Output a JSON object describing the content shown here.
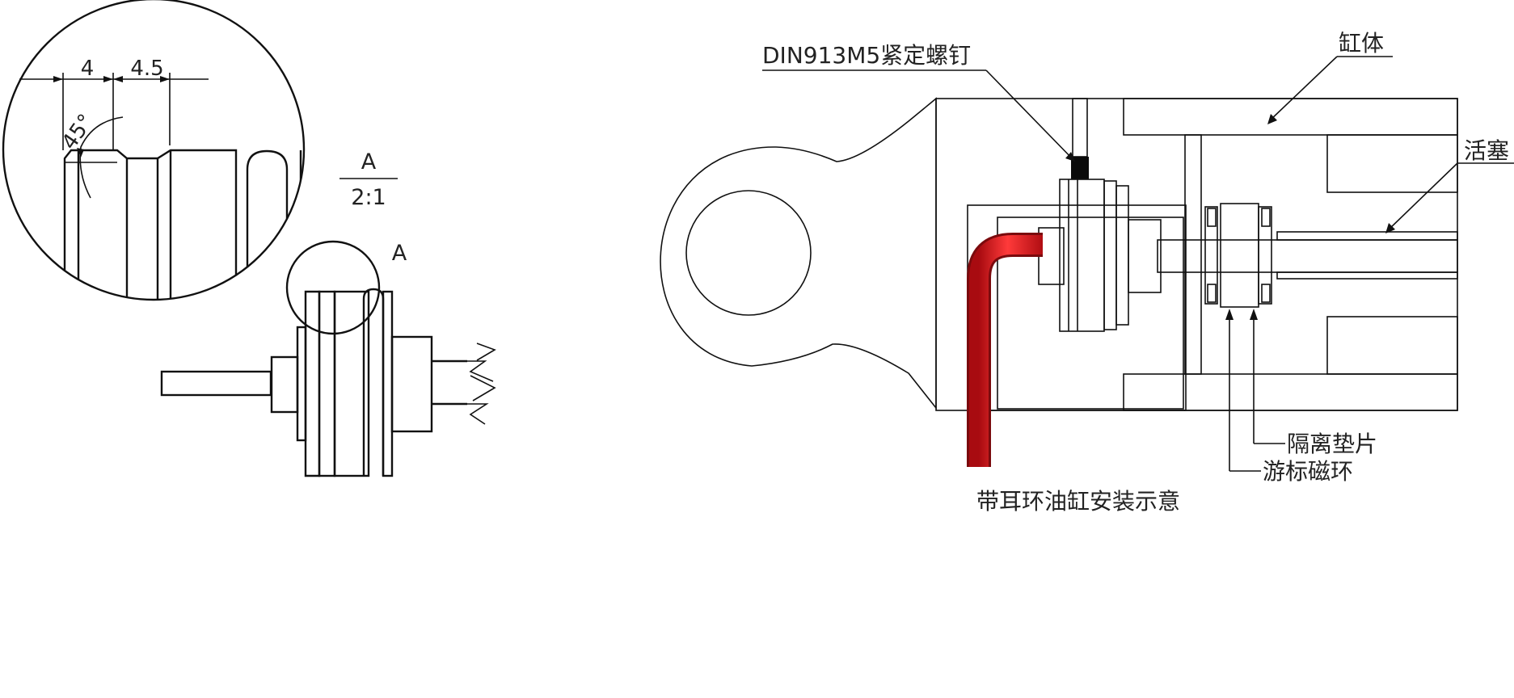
{
  "detail": {
    "dim_left": "4",
    "dim_right": "4.5",
    "angle": "45°",
    "view_letter": "A",
    "scale": "2:1",
    "callout_letter": "A"
  },
  "assembly": {
    "caption": "带耳环油缸安装示意",
    "labels": {
      "set_screw": "DIN913M5紧定螺钉",
      "cylinder_body": "缸体",
      "piston": "活塞",
      "spacer": "隔离垫片",
      "magnet_ring": "游标磁环"
    }
  },
  "colors": {
    "body_fill": "#d8dcf6",
    "red_tube": "#e0141b",
    "brown_ring": "#6b3a22",
    "metal": "#e9eaf0"
  }
}
